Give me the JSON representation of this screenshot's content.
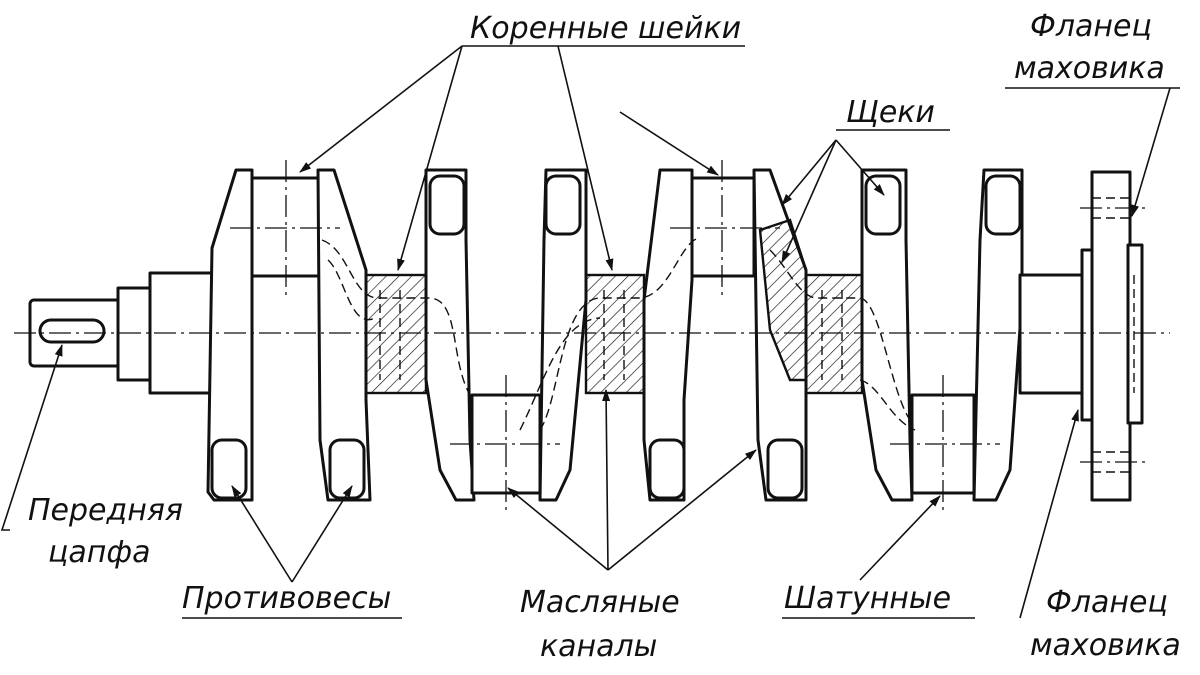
{
  "labels": {
    "main_journals": "Коренные шейки",
    "flange_top_line1": "Фланец",
    "flange_top_line2": "маховика",
    "webs": "Щеки",
    "front_journal_line1": "Передняя",
    "front_journal_line2": "цапфа",
    "counterweights": "Противовесы",
    "oil_channels_line1": "Масляные",
    "oil_channels_line2": "каналы",
    "crankpins": "Шатунные",
    "flange_bottom_line1": "Фланец",
    "flange_bottom_line2": "маховика"
  }
}
